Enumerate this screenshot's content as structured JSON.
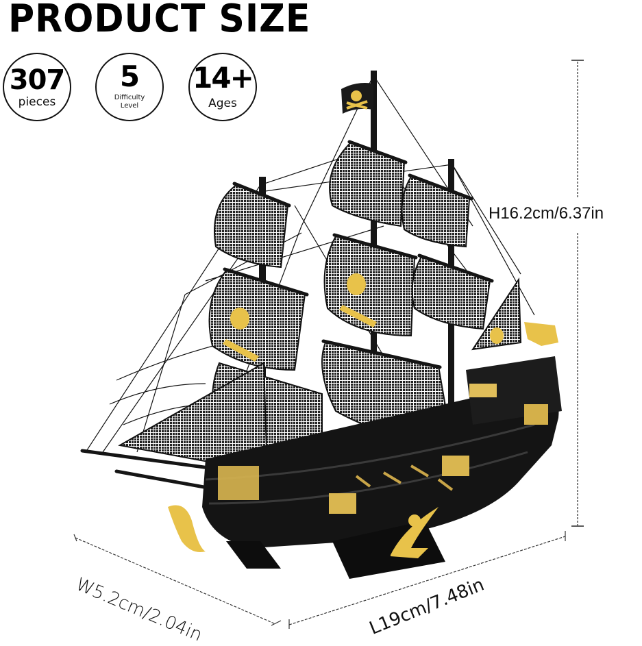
{
  "title": "PRODUCT SIZE",
  "badges": [
    {
      "value": "307",
      "label": "pieces"
    },
    {
      "value": "5",
      "label_line1": "Difficulty",
      "label_line2": "Level"
    },
    {
      "value": "14+",
      "label": "Ages"
    }
  ],
  "dimensions": {
    "height": "H16.2cm/6.37in",
    "width": "W5.2cm/2.04in",
    "length": "L19cm/7.48in"
  },
  "product": {
    "description": "Black pirate ship 3D metal model with mesh sails and gold skull-and-crossed-swords emblems",
    "colors": {
      "hull": "#111111",
      "sail": "#2a2a2a",
      "gold": "#e8c24a",
      "background": "#ffffff",
      "dim_line": "#555555"
    }
  }
}
